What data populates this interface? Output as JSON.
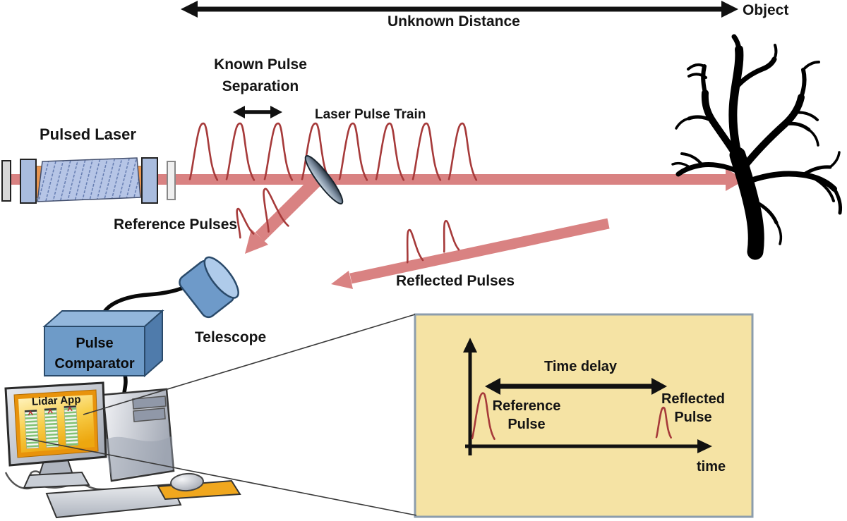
{
  "title": "LIDAR time-of-flight measurement diagram",
  "labels": {
    "unknown_distance": "Unknown Distance",
    "object": "Object",
    "known_pulse_separation": {
      "line1": "Known Pulse",
      "line2": "Separation"
    },
    "laser_pulse_train": "Laser Pulse Train",
    "pulsed_laser": "Pulsed Laser",
    "reference_pulses": "Reference Pulses",
    "reflected_pulses": "Reflected Pulses",
    "telescope": "Telescope",
    "pulse_comparator": {
      "line1": "Pulse",
      "line2": "Comparator"
    },
    "lidar_app": "Lidar App"
  },
  "inset": {
    "time_delay": "Time delay",
    "reference_pulse": {
      "line1": "Reference",
      "line2": "Pulse"
    },
    "reflected_pulse": {
      "line1": "Reflected",
      "line2": "Pulse"
    },
    "time_axis_label": "time"
  },
  "icons": {
    "tree": "object-tree-icon",
    "telescope": "telescope-icon",
    "beam_splitter": "beam-splitter-icon",
    "laser_device": "pulsed-laser-icon",
    "computer": "computer-workstation-icon"
  },
  "colors": {
    "beam": "#D98282",
    "pulse_trace": "#A63A3A",
    "inset_background": "#F5E3A4",
    "inset_border": "#8C9DAC",
    "device_blue": "#6E9BC8",
    "screen_yellow": "#F6C83C",
    "screen_frame_orange": "#E8930C",
    "mousepad_orange": "#F0A71E",
    "arrow_black": "#111111"
  }
}
